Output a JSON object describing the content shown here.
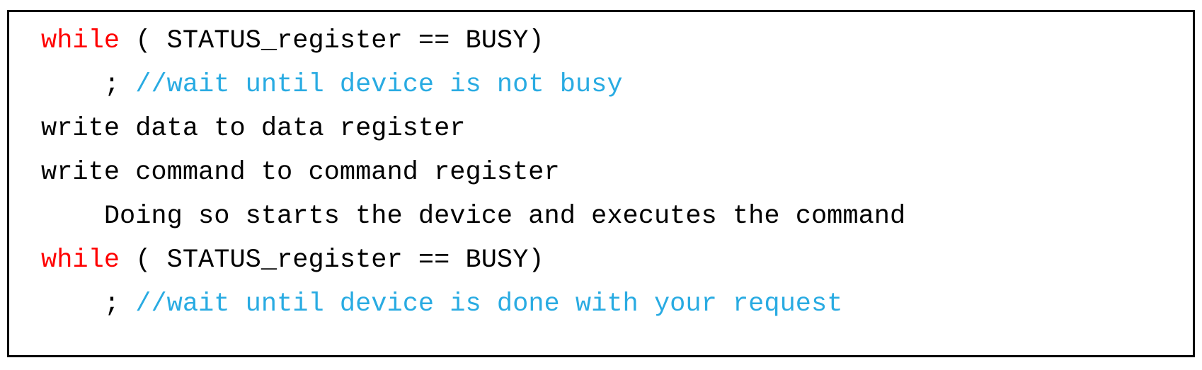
{
  "figure": {
    "type": "pseudocode-listing",
    "background": "#ffffff",
    "border_color": "#000000",
    "colors": {
      "keyword": "#ff0000",
      "comment": "#29abe2",
      "default": "#000000"
    },
    "lines": [
      {
        "segments": [
          {
            "text": "while",
            "role": "keyword"
          },
          {
            "text": " ( STATUS_register == BUSY)",
            "role": "default"
          }
        ]
      },
      {
        "segments": [
          {
            "text": "    ; ",
            "role": "default"
          },
          {
            "text": "//wait until device is not busy",
            "role": "comment"
          }
        ]
      },
      {
        "segments": [
          {
            "text": "write data to data register",
            "role": "default"
          }
        ]
      },
      {
        "segments": [
          {
            "text": "write command to command register",
            "role": "default"
          }
        ]
      },
      {
        "segments": [
          {
            "text": "    Doing so starts the device and executes the command",
            "role": "default"
          }
        ]
      },
      {
        "segments": [
          {
            "text": "while",
            "role": "keyword"
          },
          {
            "text": " ( STATUS_register == BUSY)",
            "role": "default"
          }
        ]
      },
      {
        "segments": [
          {
            "text": "    ; ",
            "role": "default"
          },
          {
            "text": "//wait until device is done with your request",
            "role": "comment"
          }
        ]
      }
    ]
  }
}
